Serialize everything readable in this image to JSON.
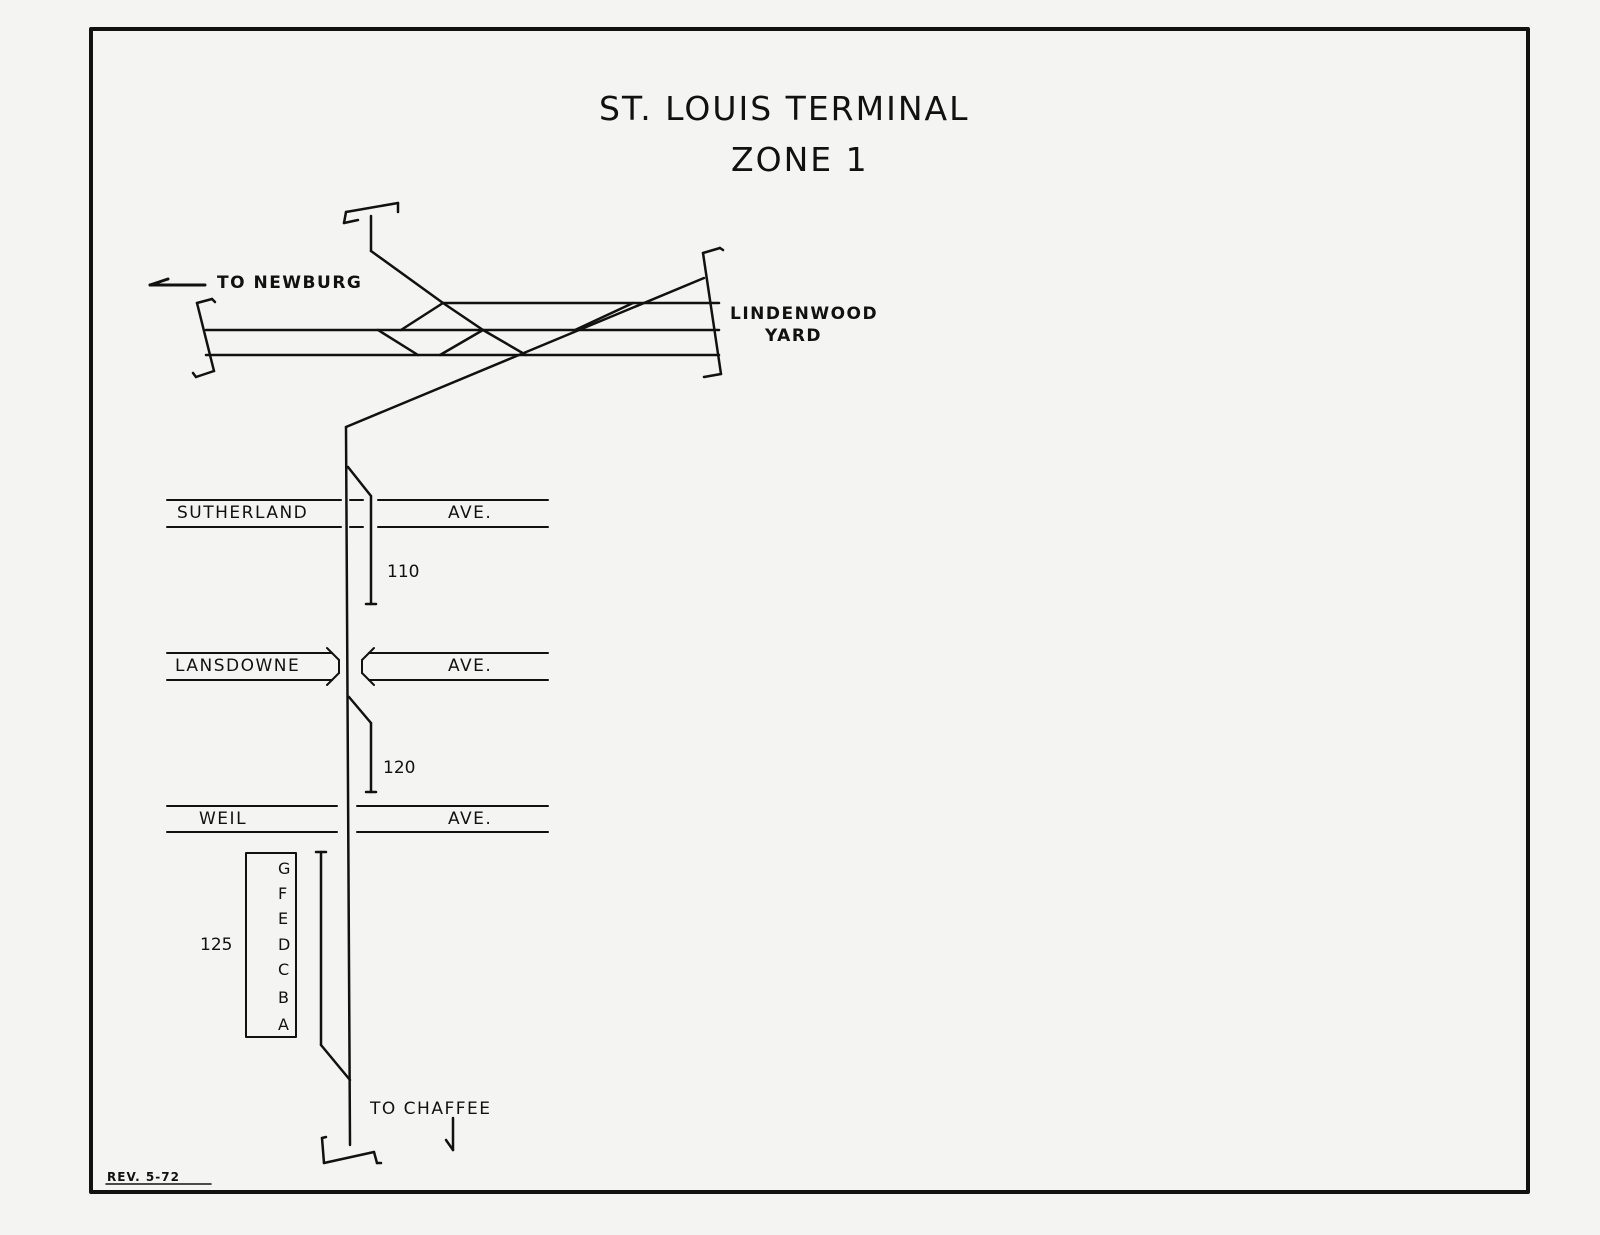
{
  "title": {
    "line1": "ST. LOUIS TERMINAL",
    "line2": "ZONE 1"
  },
  "labels": {
    "to_newburg": "TO NEWBURG",
    "yard_line1": "LINDENWOOD",
    "yard_line2": "YARD",
    "to_chaffee": "TO CHAFFEE",
    "revision": "REV. 5-72"
  },
  "streets": [
    {
      "name": "SUTHERLAND",
      "suffix": "AVE."
    },
    {
      "name": "LANSDOWNE",
      "suffix": "AVE."
    },
    {
      "name": "WEIL",
      "suffix": "AVE."
    }
  ],
  "tracks": {
    "track_110": "110",
    "track_120": "120",
    "track_125": "125",
    "yard_tracks": [
      "G",
      "F",
      "E",
      "D",
      "C",
      "B",
      "A"
    ]
  },
  "colors": {
    "ink": "#111111",
    "paper": "#f4f4f2"
  }
}
